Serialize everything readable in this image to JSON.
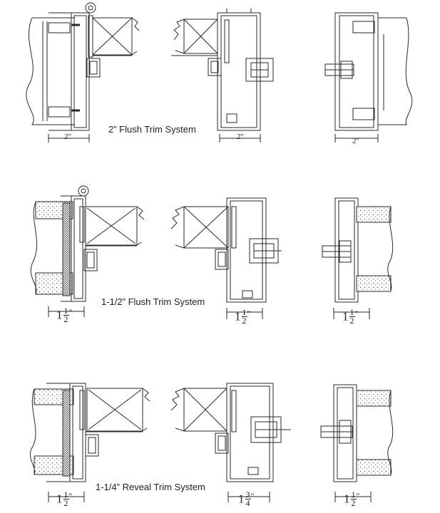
{
  "systems": [
    {
      "caption": "2” Flush Trim System",
      "dims": [
        {
          "text": "2\""
        },
        {
          "text": "2\""
        },
        {
          "text": "2\""
        }
      ]
    },
    {
      "caption": "1-1/2” Flush Trim System",
      "dims": [
        {
          "whole": "1",
          "num": "1",
          "den": "2",
          "quote": "\""
        },
        {
          "whole": "1",
          "num": "1",
          "den": "2",
          "quote": "\""
        },
        {
          "whole": "1",
          "num": "1",
          "den": "2",
          "quote": "\""
        }
      ]
    },
    {
      "caption": "1-1/4” Reveal Trim System",
      "dims": [
        {
          "whole": "1",
          "num": "1",
          "den": "2",
          "quote": "\""
        },
        {
          "whole": "1",
          "num": "3",
          "den": "4",
          "quote": "\""
        },
        {
          "whole": "1",
          "num": "1",
          "den": "2",
          "quote": "\""
        }
      ]
    }
  ]
}
